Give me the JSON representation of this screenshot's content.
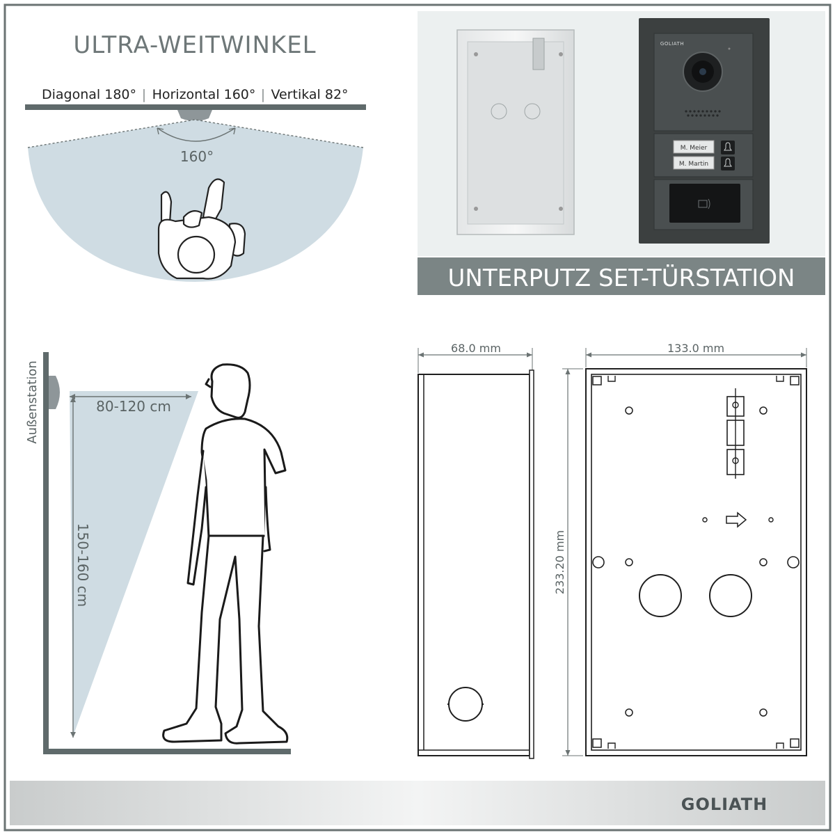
{
  "wide_angle": {
    "title": "ULTRA-WEITWINKEL",
    "spec_diagonal": "Diagonal 180°",
    "spec_horizontal": "Horizontal 160°",
    "spec_vertical": "Vertikal 82°",
    "separator": "|",
    "angle_label": "160°"
  },
  "product": {
    "banner": "UNTERPUTZ SET-TÜRSTATION",
    "nameplate_1": "M. Meier",
    "nameplate_2": "M. Martin",
    "brand_small": "GOLIATH"
  },
  "mounting": {
    "station_label": "Außenstation",
    "distance_label": "80-120 cm",
    "height_label": "150-160 cm"
  },
  "dimensions": {
    "depth": "68.0 mm",
    "width": "133.0 mm",
    "height": "233.20 mm"
  },
  "footer": {
    "brand": "GOLIATH"
  },
  "colors": {
    "frame": "#6b7373",
    "banner_bg": "#7b8585",
    "cone_fill": "#cfdce3",
    "panel_bg": "#ecf0f0",
    "device": "#3c4040"
  }
}
